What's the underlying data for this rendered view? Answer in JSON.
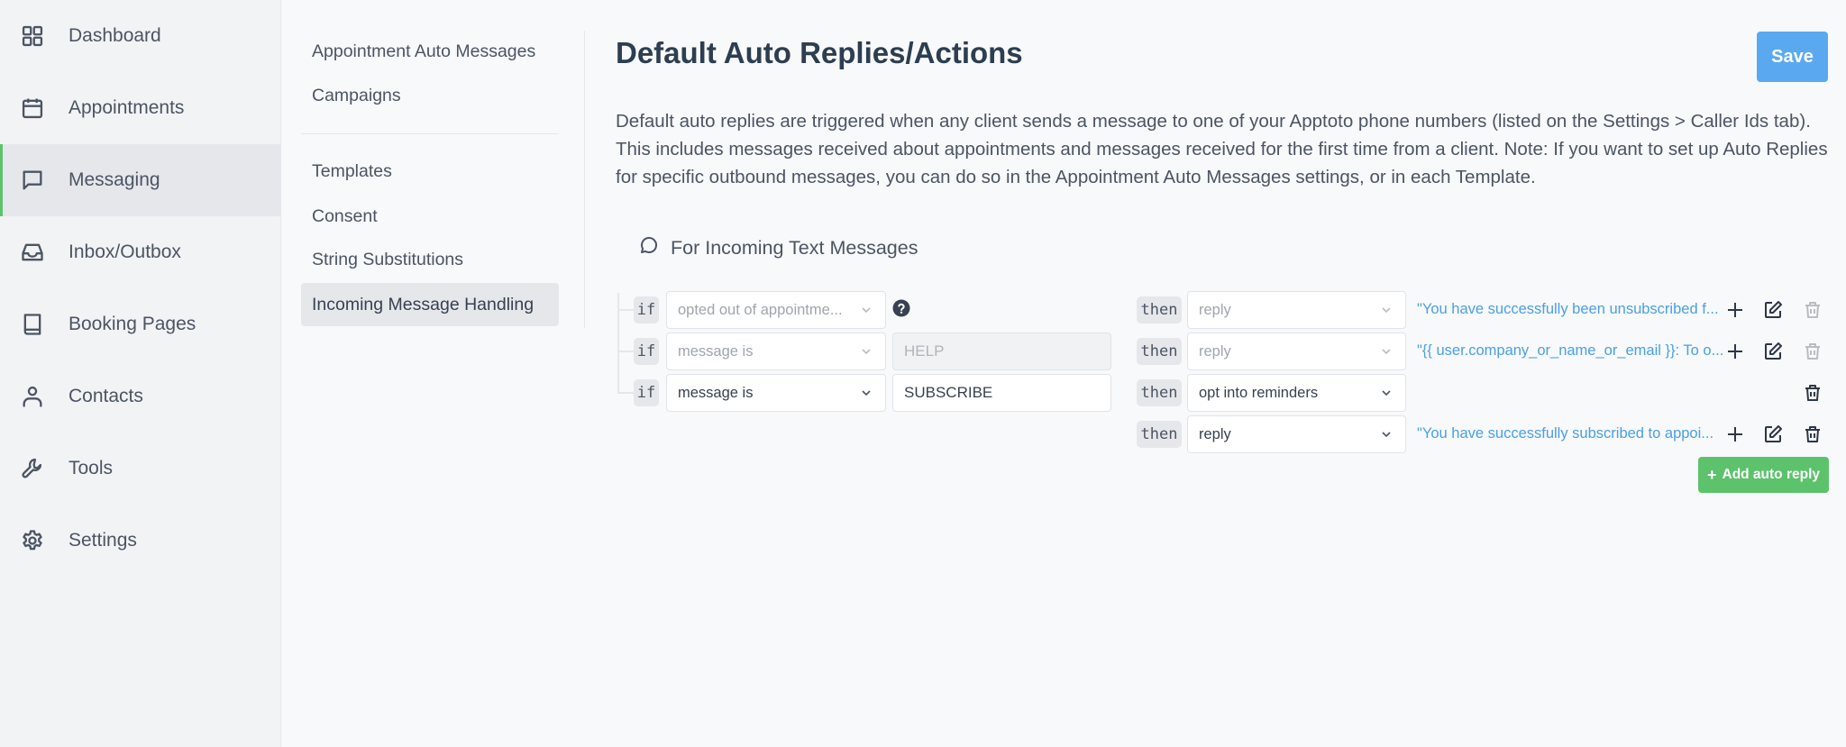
{
  "sidebar": {
    "items": [
      {
        "label": "Dashboard",
        "icon": "grid-icon"
      },
      {
        "label": "Appointments",
        "icon": "calendar-icon"
      },
      {
        "label": "Messaging",
        "icon": "message-icon",
        "active": true
      },
      {
        "label": "Inbox/Outbox",
        "icon": "inbox-icon"
      },
      {
        "label": "Booking Pages",
        "icon": "book-icon"
      },
      {
        "label": "Contacts",
        "icon": "user-icon"
      },
      {
        "label": "Tools",
        "icon": "wrench-icon"
      },
      {
        "label": "Settings",
        "icon": "gear-icon"
      }
    ]
  },
  "subnav": {
    "group1": [
      "Appointment Auto Messages",
      "Campaigns"
    ],
    "group2": [
      "Templates",
      "Consent",
      "String Substitutions",
      "Incoming Message Handling"
    ],
    "active": "Incoming Message Handling"
  },
  "header": {
    "title": "Default Auto Replies/Actions",
    "save_label": "Save"
  },
  "description": "Default auto replies are triggered when any client sends a message to one of your Apptoto phone numbers (listed on the Settings > Caller Ids tab). This includes messages received about appointments and messages received for the first time from a client. Note: If you want to set up Auto Replies for specific outbound messages, you can do so in the Appointment Auto Messages settings, or in each Template.",
  "section": {
    "title": "For Incoming Text Messages",
    "icon": "chat-bubble-icon"
  },
  "rules": {
    "if_keyword": "if",
    "then_keyword": "then",
    "conditions": [
      {
        "select": "opted out of appointme...",
        "value": null,
        "help": true,
        "disabled": true
      },
      {
        "select": "message is",
        "value": "HELP",
        "disabled": true
      },
      {
        "select": "message is",
        "value": "SUBSCRIBE",
        "disabled": false
      }
    ],
    "actions": [
      {
        "select": "reply",
        "text": "\"You have successfully been unsubscribed f...",
        "disabled": true,
        "can_add": true,
        "can_edit": true,
        "can_delete": false
      },
      {
        "select": "reply",
        "text": "\"{{ user.company_or_name_or_email }}: To o...",
        "disabled": true,
        "can_add": true,
        "can_edit": true,
        "can_delete": false
      },
      {
        "select": "opt into reminders",
        "text": "",
        "disabled": false,
        "can_add": false,
        "can_edit": false,
        "can_delete": true
      },
      {
        "select": "reply",
        "text": "\"You have successfully subscribed to appoi...",
        "disabled": false,
        "can_add": true,
        "can_edit": true,
        "can_delete": true
      }
    ],
    "add_label": "Add auto reply"
  },
  "colors": {
    "accent_blue": "#5aa9f0",
    "accent_green": "#5cc26c",
    "link_blue": "#4a9fe6",
    "title": "#2c3e50"
  }
}
